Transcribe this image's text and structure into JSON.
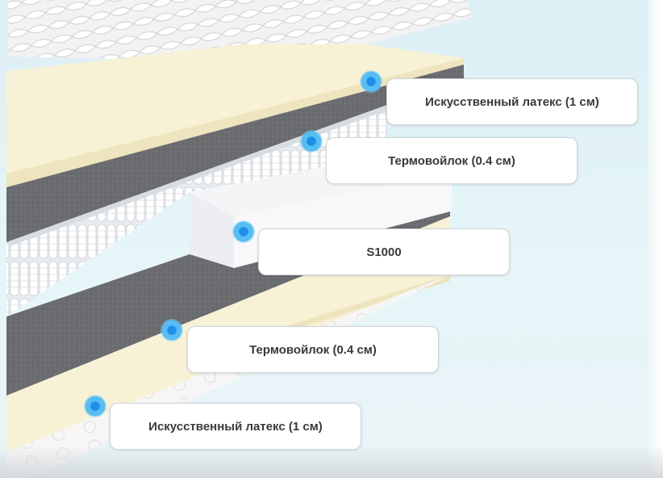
{
  "layers": [
    {
      "label": "Искусственный латекс (1 см)"
    },
    {
      "label": "Термовойлок (0.4 см)"
    },
    {
      "label": "S1000"
    },
    {
      "label": "Термовойлок (0.4 см)"
    },
    {
      "label": "Искусственный латекс (1 см)"
    }
  ],
  "colors": {
    "latex": "#f7f1d6",
    "felt": "#6d6d70",
    "springs": "#ffffff",
    "marker": "#2a9ff0"
  }
}
